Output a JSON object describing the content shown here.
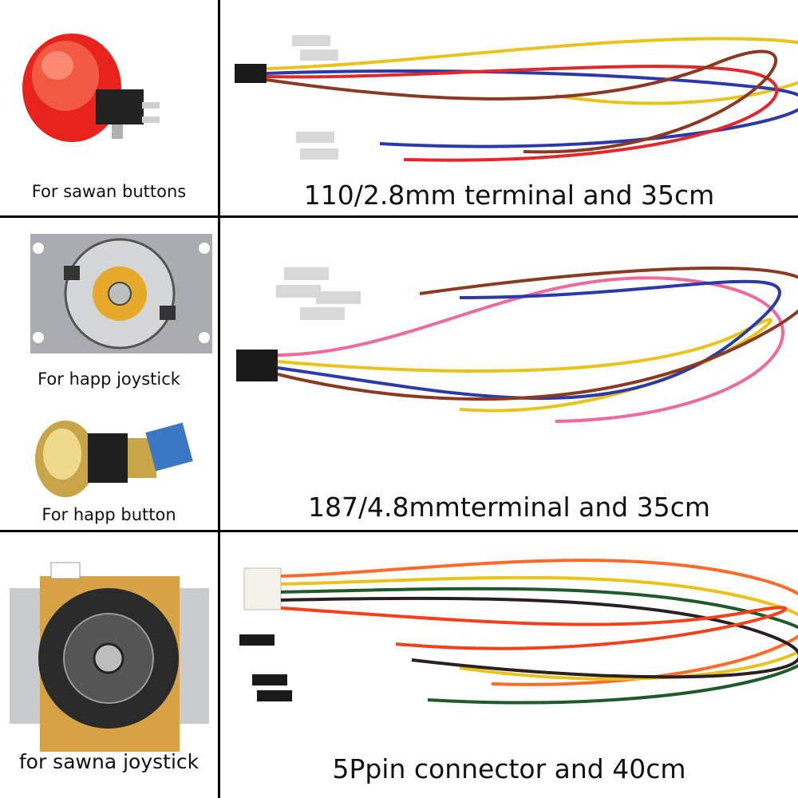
{
  "rows": [
    {
      "left_captions": [
        "For sawan buttons"
      ],
      "right_caption": "110/2.8mm terminal and 35cm",
      "wire_colors": [
        "#e8c31a",
        "#2b3aa8",
        "#e3282c",
        "#8a3a22"
      ]
    },
    {
      "left_captions": [
        "For happ joystick",
        "For happ button"
      ],
      "right_caption": "187/4.8mmterminal and 35cm",
      "wire_colors": [
        "#e8c31a",
        "#2b3aa8",
        "#ee6a9c",
        "#8a3a22"
      ]
    },
    {
      "left_captions": [
        "for sawna joystick"
      ],
      "right_caption": "5Ppin connector and 40cm",
      "wire_colors": [
        "#e8c31a",
        "#f5401c",
        "#1f5a2a",
        "#2a2020",
        "#ff6a2a"
      ]
    }
  ],
  "colors": {
    "button_red": "#e8231e",
    "brass": "#c9a54a",
    "plate_gray": "#a9acb0",
    "connector_black": "#1a1a1a"
  }
}
